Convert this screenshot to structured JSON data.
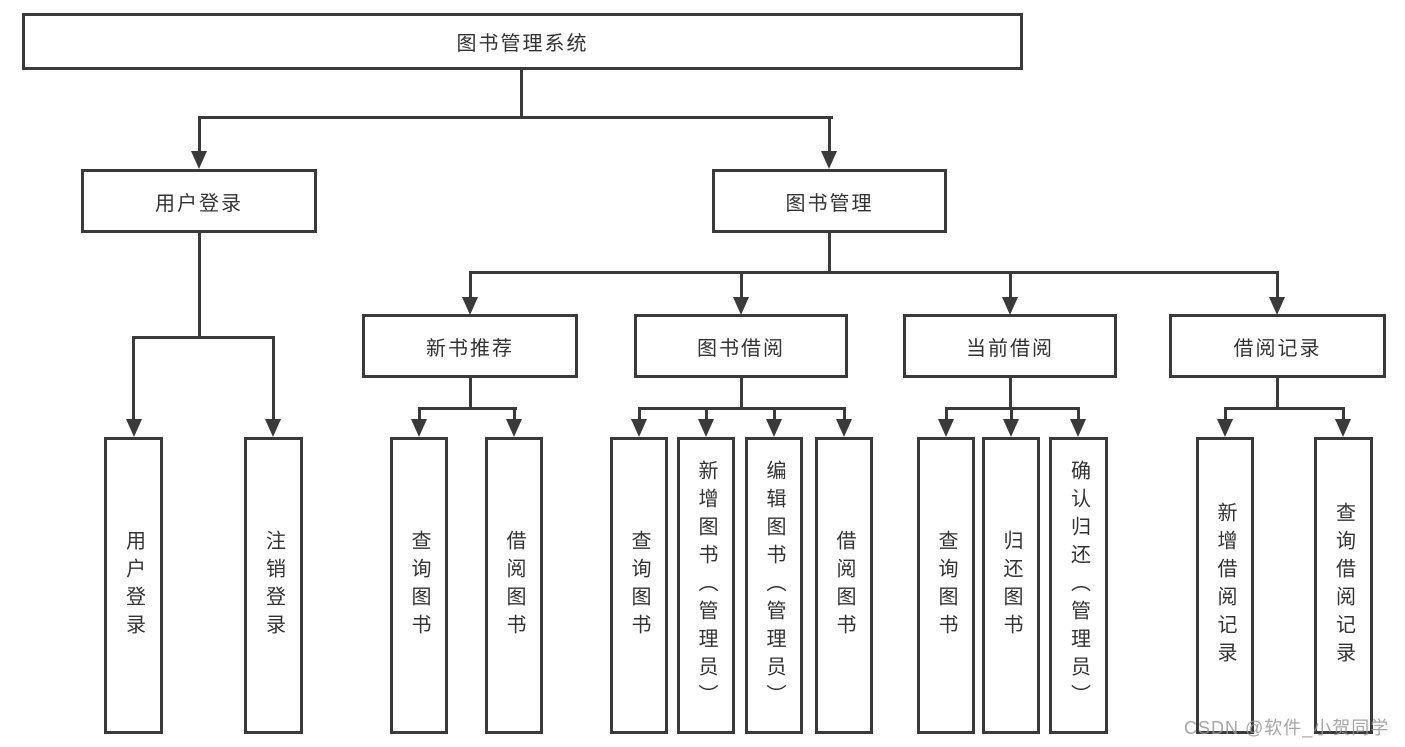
{
  "diagram": {
    "nodes": {
      "root": "图书管理系统",
      "user_login": "用户登录",
      "book_mgmt": "图书管理",
      "new_book_rec": "新书推荐",
      "book_borrow": "图书借阅",
      "current_borrow": "当前借阅",
      "borrow_records": "借阅记录",
      "leaf_user_login": "用户登录",
      "leaf_logout": "注销登录",
      "leaf_query_books_rec": "查询图书",
      "leaf_borrow_books_rec": "借阅图书",
      "leaf_query_books_borrow": "查询图书",
      "leaf_add_books_admin": "新增图书（管理员）",
      "leaf_edit_books_admin": "编辑图书（管理员）",
      "leaf_borrow_books_borrow": "借阅图书",
      "leaf_query_books_current": "查询图书",
      "leaf_return_books": "归还图书",
      "leaf_confirm_return_admin": "确认归还（管理员）",
      "leaf_add_borrow_record": "新增借阅记录",
      "leaf_query_borrow_record": "查询借阅记录"
    },
    "line_color": "#3a3a3a",
    "text_color": "#333333",
    "background": "#ffffff"
  },
  "watermark": "CSDN @软件_小贺同学"
}
